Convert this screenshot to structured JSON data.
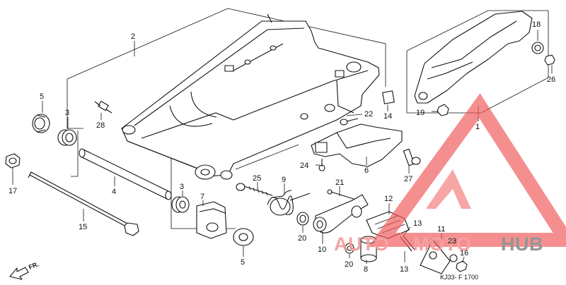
{
  "diagram_code": "KJ33- F 1700",
  "front_indicator": "FR.",
  "watermark": {
    "word_auto": "AUTO",
    "word_moto": "MOTO",
    "word_hub": "HUB",
    "color_auto_moto": "#f39a9a",
    "color_hub": "#8a8a8a",
    "color_triangle": "#f05a5a"
  },
  "callouts": [
    "2",
    "5",
    "3",
    "28",
    "17",
    "4",
    "15",
    "3",
    "7",
    "5",
    "25",
    "9",
    "21",
    "22",
    "14",
    "6",
    "24",
    "27",
    "12",
    "20",
    "10",
    "13",
    "11",
    "23",
    "20",
    "8",
    "13",
    "16",
    "19",
    "1",
    "18",
    "26"
  ]
}
